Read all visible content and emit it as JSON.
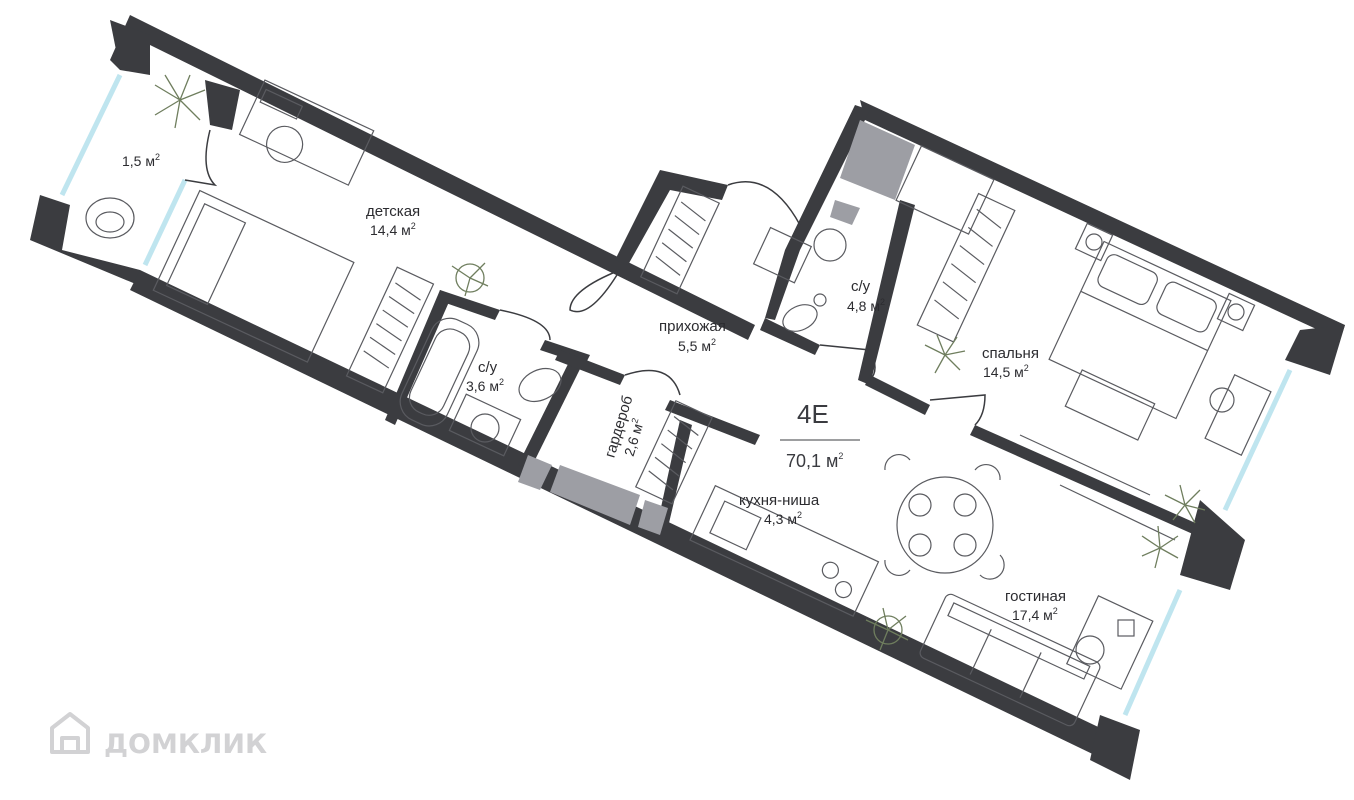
{
  "plan": {
    "code": "4E",
    "total_area": "70,1 м",
    "total_area_sup": "2"
  },
  "rooms": [
    {
      "id": "balcony",
      "name": "",
      "area": "1,5 м",
      "sup": "2"
    },
    {
      "id": "kids",
      "name": "детская",
      "area": "14,4 м",
      "sup": "2"
    },
    {
      "id": "bath1",
      "name": "с/у",
      "area": "3,6 м",
      "sup": "2"
    },
    {
      "id": "hall",
      "name": "прихожая",
      "area": "5,5 м",
      "sup": "2"
    },
    {
      "id": "bath2",
      "name": "с/у",
      "area": "4,8 м",
      "sup": "2"
    },
    {
      "id": "wardrobe",
      "name": "гардероб",
      "area": "2,6 м",
      "sup": "2"
    },
    {
      "id": "bedroom",
      "name": "спальня",
      "area": "14,5 м",
      "sup": "2"
    },
    {
      "id": "kitchen",
      "name": "кухня-ниша",
      "area": "4,3 м",
      "sup": "2"
    },
    {
      "id": "living",
      "name": "гостиная",
      "area": "17,4 м",
      "sup": "2"
    }
  ],
  "watermark": {
    "text": "ДОМКЛИК"
  },
  "colors": {
    "wall": "#3b3c40",
    "shaft": "#9d9ea4",
    "glass": "#bfe5ef",
    "furniture": "#5a5b60",
    "plant": "#6f7e5e"
  }
}
